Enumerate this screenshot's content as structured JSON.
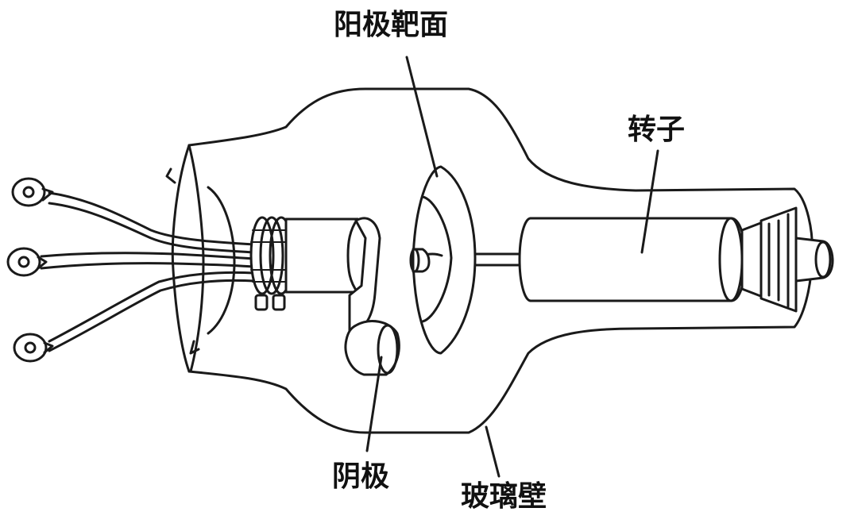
{
  "labels": {
    "anode_target": "阳极靶面",
    "rotor": "转子",
    "cathode": "阴极",
    "glass_wall": "玻璃壁"
  }
}
